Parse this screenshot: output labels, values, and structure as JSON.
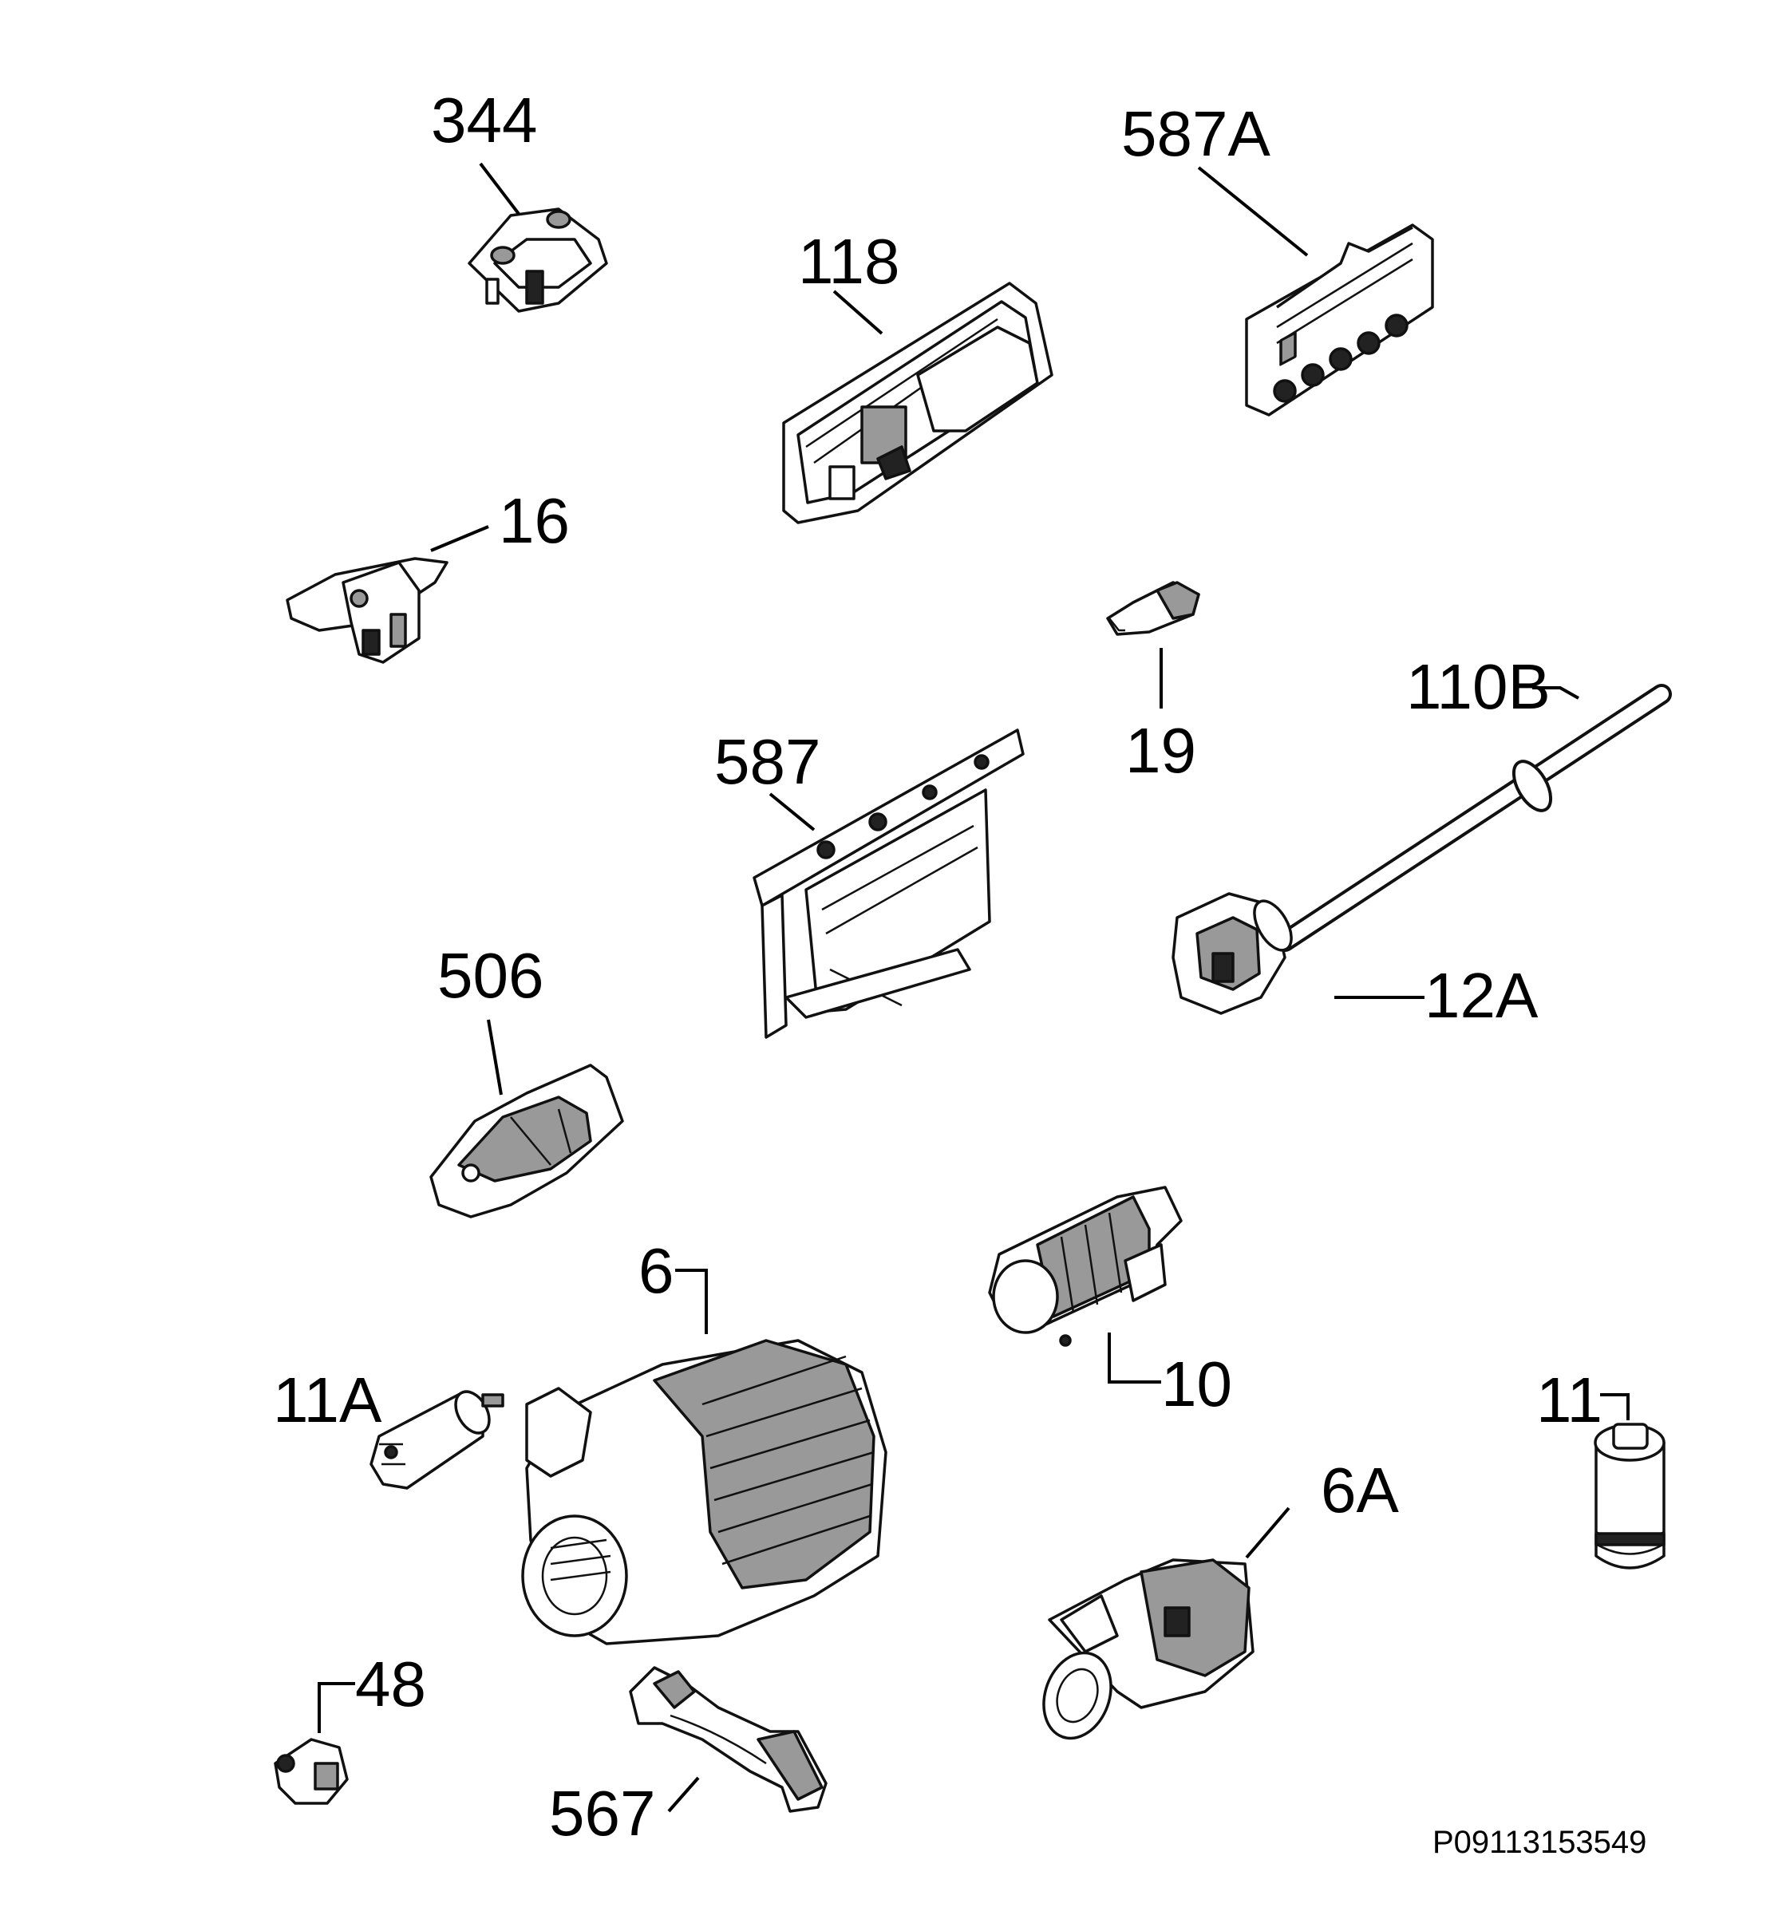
{
  "labels": {
    "l344": "344",
    "l587A": "587A",
    "l118": "118",
    "l16": "16",
    "l19": "19",
    "l110B": "110B",
    "l587": "587",
    "l12A": "12A",
    "l506": "506",
    "l6": "6",
    "l10": "10",
    "l11A": "11A",
    "l11": "11",
    "l6A": "6A",
    "l48": "48",
    "l567": "567"
  },
  "reference": "P09113153549"
}
